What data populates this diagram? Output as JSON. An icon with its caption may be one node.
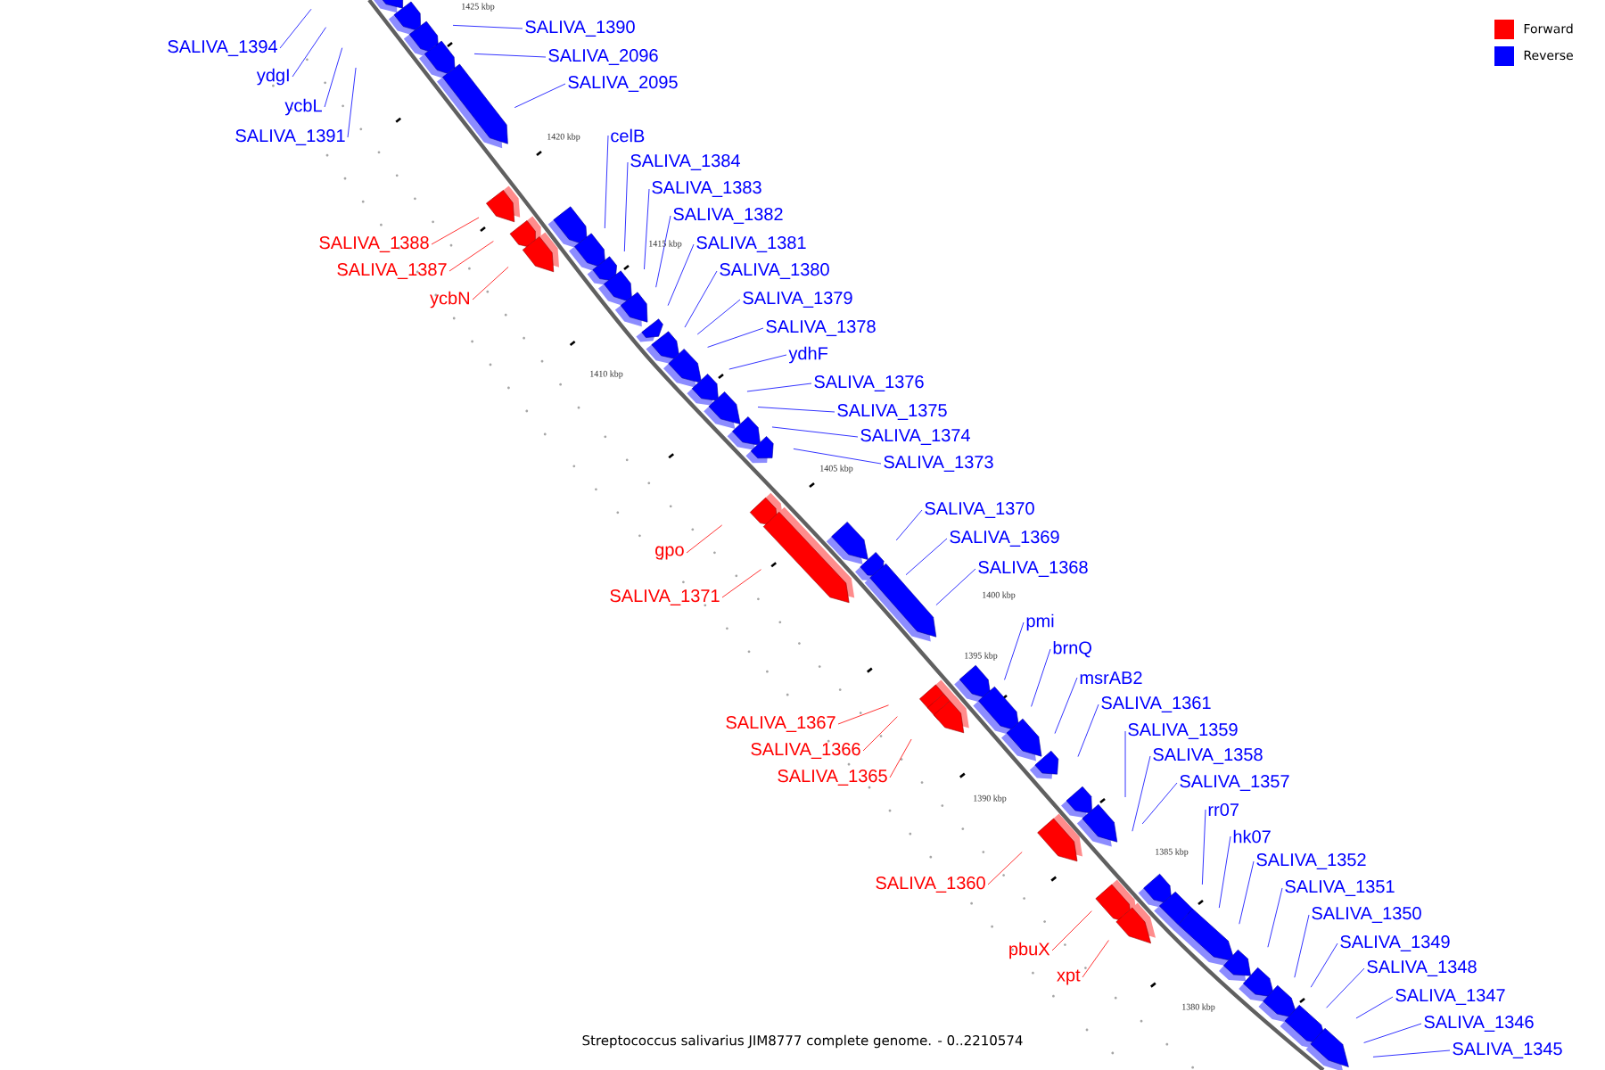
{
  "diagram": {
    "caption": "Streptococcus salivarius JIM8777 complete genome. - 0..2210574",
    "nodes": [
      {
        "text": [
          "SALIVA_1390"
        ]
      },
      {
        "text": [
          "SALIVA_1394"
        ]
      },
      {
        "text": [
          "SALIVA_2096"
        ]
      },
      {
        "text": [
          "ydgI"
        ]
      },
      {
        "text": [
          "SALIVA_2095"
        ]
      },
      {
        "text": [
          "ycbL"
        ]
      },
      {
        "text": [
          "celB"
        ]
      },
      {
        "text": [
          "SALIVA_1391"
        ]
      },
      {
        "text": [
          "SALIVA_1384"
        ]
      },
      {
        "text": [
          "SALIVA_1383"
        ]
      },
      {
        "text": [
          "SALIVA_1382"
        ]
      },
      {
        "text": [
          "SALIVA_1388"
        ]
      },
      {
        "text": [
          "SALIVA_1381"
        ]
      },
      {
        "text": [
          "SALIVA_1387"
        ]
      },
      {
        "text": [
          "SALIVA_1380"
        ]
      },
      {
        "text": [
          "ycbN"
        ]
      },
      {
        "text": [
          "SALIVA_1379"
        ]
      },
      {
        "text": [
          "SALIVA_1378"
        ]
      },
      {
        "text": [
          "ydhF"
        ]
      },
      {
        "text": [
          "SALIVA_1376"
        ]
      },
      {
        "text": [
          "SALIVA_1375"
        ]
      },
      {
        "text": [
          "SALIVA_1374"
        ]
      },
      {
        "text": [
          "SALIVA_1373"
        ]
      },
      {
        "text": [
          "SALIVA_1370"
        ]
      },
      {
        "text": [
          "SALIVA_1369"
        ]
      },
      {
        "text": [
          "gpo"
        ]
      },
      {
        "text": [
          "SALIVA_1368"
        ]
      },
      {
        "text": [
          "SALIVA_1371"
        ]
      },
      {
        "text": [
          "pmi"
        ]
      },
      {
        "text": [
          "brnQ"
        ]
      },
      {
        "text": [
          "msrAB2"
        ]
      },
      {
        "text": [
          "SALIVA_1361"
        ]
      },
      {
        "text": [
          "SALIVA_1367"
        ]
      },
      {
        "text": [
          "SALIVA_1359"
        ]
      },
      {
        "text": [
          "SALIVA_1366"
        ]
      },
      {
        "text": [
          "SALIVA_1358"
        ]
      },
      {
        "text": [
          "SALIVA_1365"
        ]
      },
      {
        "text": [
          "SALIVA_1357"
        ]
      },
      {
        "text": [
          "rr07"
        ]
      },
      {
        "text": [
          "hk07"
        ]
      },
      {
        "text": [
          "SALIVA_1352"
        ]
      },
      {
        "text": [
          "SALIVA_1360"
        ]
      },
      {
        "text": [
          "SALIVA_1351"
        ]
      },
      {
        "text": [
          "SALIVA_1350"
        ]
      },
      {
        "text": [
          "SALIVA_1349"
        ]
      },
      {
        "text": [
          "pbuX"
        ]
      },
      {
        "text": [
          "SALIVA_1348"
        ]
      },
      {
        "text": [
          "xpt"
        ]
      },
      {
        "text": [
          "SALIVA_1347"
        ]
      },
      {
        "text": [
          "SALIVA_1346"
        ]
      },
      {
        "text": [
          "SALIVA_1345"
        ]
      }
    ],
    "edges": [
      {
        "from": 0,
        "to": null,
        "arrow": "none"
      },
      {
        "from": 1,
        "to": null,
        "arrow": "none"
      },
      {
        "from": 2,
        "to": null,
        "arrow": "none"
      },
      {
        "from": 3,
        "to": null,
        "arrow": "none"
      },
      {
        "from": 4,
        "to": null,
        "arrow": "none"
      },
      {
        "from": 5,
        "to": null,
        "arrow": "none"
      },
      {
        "from": 6,
        "to": null,
        "arrow": "none"
      },
      {
        "from": 7,
        "to": null,
        "arrow": "none"
      },
      {
        "from": 8,
        "to": null,
        "arrow": "none"
      },
      {
        "from": 9,
        "to": null,
        "arrow": "none"
      },
      {
        "from": 10,
        "to": null,
        "arrow": "none"
      },
      {
        "from": 11,
        "to": null,
        "arrow": "none",
        "color": "#ff0000"
      },
      {
        "from": 12,
        "to": null,
        "arrow": "none"
      },
      {
        "from": 13,
        "to": null,
        "arrow": "none",
        "color": "#ff0000"
      },
      {
        "from": 14,
        "to": null,
        "arrow": "none"
      },
      {
        "from": 15,
        "to": null,
        "arrow": "none",
        "color": "#ff0000"
      },
      {
        "from": 16,
        "to": null,
        "arrow": "none"
      },
      {
        "from": 17,
        "to": null,
        "arrow": "none"
      },
      {
        "from": 18,
        "to": null,
        "arrow": "none"
      },
      {
        "from": 19,
        "to": null,
        "arrow": "none"
      },
      {
        "from": 20,
        "to": null,
        "arrow": "none"
      },
      {
        "from": 21,
        "to": null,
        "arrow": "none"
      },
      {
        "from": 22,
        "to": null,
        "arrow": "none"
      },
      {
        "from": 23,
        "to": null,
        "arrow": "none"
      },
      {
        "from": 24,
        "to": null,
        "arrow": "none"
      },
      {
        "from": 25,
        "to": null,
        "arrow": "none",
        "color": "#ff0000"
      },
      {
        "from": 26,
        "to": null,
        "arrow": "none"
      },
      {
        "from": 27,
        "to": null,
        "arrow": "none",
        "color": "#ff0000"
      },
      {
        "from": 28,
        "to": null,
        "arrow": "none"
      },
      {
        "from": 29,
        "to": null,
        "arrow": "none"
      },
      {
        "from": 30,
        "to": null,
        "arrow": "none"
      },
      {
        "from": 31,
        "to": null,
        "arrow": "none"
      },
      {
        "from": 32,
        "to": null,
        "arrow": "none",
        "color": "#ff0000"
      },
      {
        "from": 33,
        "to": null,
        "arrow": "none"
      },
      {
        "from": 34,
        "to": null,
        "arrow": "none",
        "color": "#ff0000"
      },
      {
        "from": 35,
        "to": null,
        "arrow": "none"
      },
      {
        "from": 36,
        "to": null,
        "arrow": "none",
        "color": "#ff0000"
      },
      {
        "from": 37,
        "to": null,
        "arrow": "none"
      },
      {
        "from": 38,
        "to": null,
        "arrow": "none"
      },
      {
        "from": 39,
        "to": null,
        "arrow": "none"
      },
      {
        "from": 40,
        "to": null,
        "arrow": "none"
      },
      {
        "from": 41,
        "to": null,
        "arrow": "none",
        "color": "#ff0000"
      },
      {
        "from": 42,
        "to": null,
        "arrow": "none"
      },
      {
        "from": 43,
        "to": null,
        "arrow": "none"
      },
      {
        "from": 44,
        "to": null,
        "arrow": "none"
      },
      {
        "from": 45,
        "to": null,
        "arrow": "none",
        "color": "#ff0000"
      },
      {
        "from": 46,
        "to": null,
        "arrow": "none"
      },
      {
        "from": 47,
        "to": null,
        "arrow": "none",
        "color": "#ff0000"
      },
      {
        "from": 48,
        "to": null,
        "arrow": "none"
      },
      {
        "from": 49,
        "to": null,
        "arrow": "none"
      },
      {
        "from": 50,
        "to": null,
        "arrow": "none"
      }
    ],
    "labels": [
      "1425 kbp",
      "1420 kbp",
      "1415 kbp",
      "1410 kbp",
      "1405 kbp",
      "1400 kbp",
      "1395 kbp",
      "1390 kbp",
      "1385 kbp",
      "1380 kbp"
    ],
    "legend": [
      {
        "text": "Forward",
        "color": "#ff0000"
      },
      {
        "text": "Reverse",
        "color": "#0000ff"
      }
    ]
  }
}
